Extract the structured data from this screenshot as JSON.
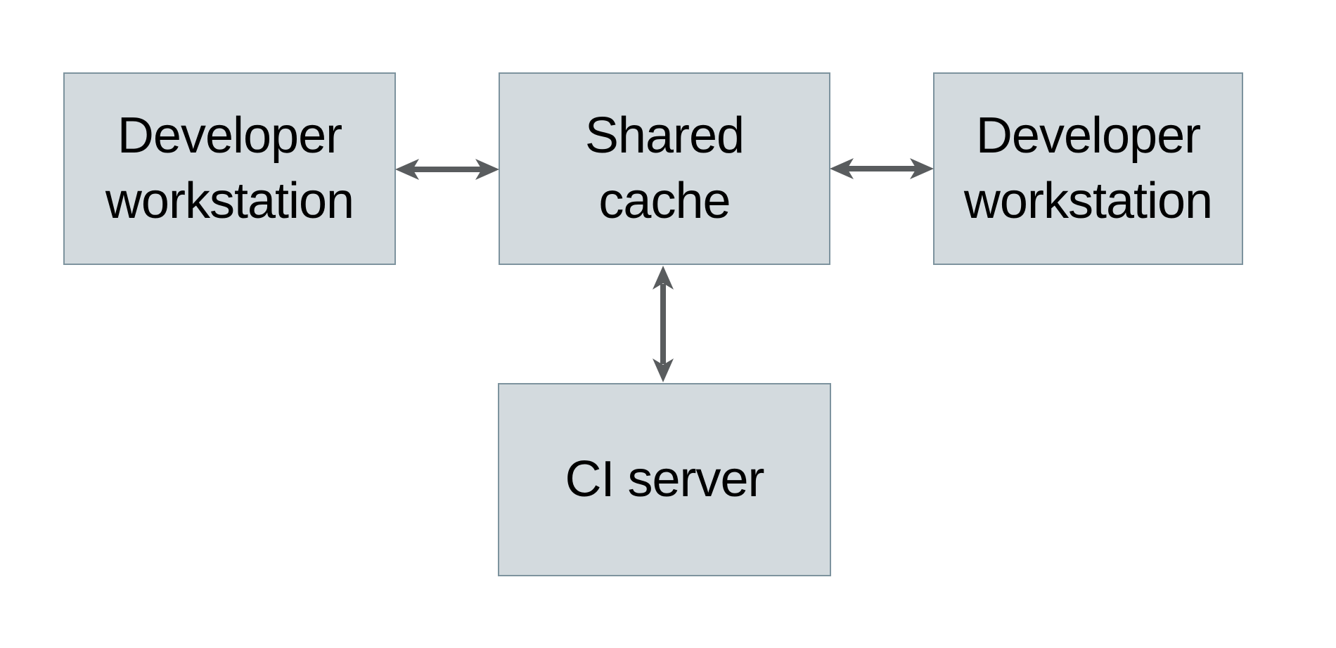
{
  "colors": {
    "background": "#ffffff",
    "node_fill": "#d3dade",
    "node_border": "#7d939e",
    "arrow": "#595c5e",
    "text": "#000000"
  },
  "nodes": {
    "developer_left": {
      "line1": "Developer",
      "line2": "workstation"
    },
    "shared_cache": {
      "line1": "Shared",
      "line2": "cache"
    },
    "developer_right": {
      "line1": "Developer",
      "line2": "workstation"
    },
    "ci_server": {
      "line1": "CI server"
    }
  },
  "edges": [
    {
      "from": "Developer workstation (left)",
      "to": "Shared cache",
      "type": "bidirectional"
    },
    {
      "from": "Shared cache",
      "to": "Developer workstation (right)",
      "type": "bidirectional"
    },
    {
      "from": "Shared cache",
      "to": "CI server",
      "type": "bidirectional"
    }
  ]
}
